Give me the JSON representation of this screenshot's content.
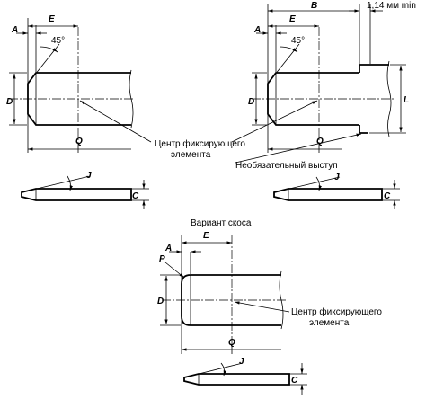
{
  "figure": {
    "labels": {
      "A": "A",
      "E": "E",
      "B": "B",
      "D": "D",
      "Q": "Q",
      "L": "L",
      "J": "J",
      "C": "C",
      "P": "P",
      "angle": "45°",
      "min_dim": "1,14 мм min"
    },
    "callouts": {
      "center_line1": "Центр фиксирующего",
      "center_line2": "элемента",
      "optional_step": "Необязательный выступ",
      "variant_title": "Вариант скоса"
    }
  }
}
